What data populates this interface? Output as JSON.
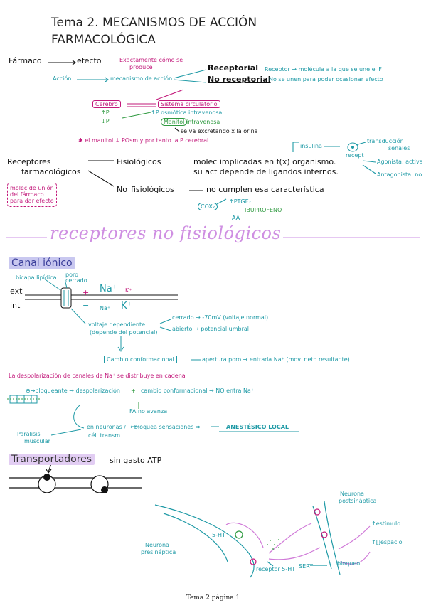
{
  "header": {
    "title_line1": "Tema 2. MECANISMOS DE ACCIÓN",
    "title_line2": "FARMACOLÓGICA"
  },
  "intro": {
    "farmaco": "Fármaco",
    "efecto": "efecto",
    "exactamente_1": "Exactamente cómo se",
    "exactamente_2": "produce",
    "accion": "Acción",
    "mecanismo": "mecanismo de acción",
    "receptorial": "Receptorial",
    "no_receptorial": "No receptorial",
    "receptor_def": "Receptor → molécula a la que se une el F",
    "no_receptorial_def": "No se unen para poder ocasionar efecto",
    "cerebro": "Cerebro",
    "sistema_circulatorio": "Sistema circulatorio",
    "p_up": "↑P",
    "p_down": "↓P",
    "p_osmotica": "↑P osmótica intravenosa",
    "manitol": "Manitol",
    "intravenosa": "intravenosa",
    "se_va": "se va excretando x la orina",
    "nota_manitol": "el manitol ↓ POsm y por tanto la P cerebral"
  },
  "receptores": {
    "label_1": "Receptores",
    "label_2": "farmacológicos",
    "molec_1": "molec de unión",
    "molec_2": "del fármaco",
    "molec_3": "para dar efecto",
    "fisiologicos": "Fisiológicos",
    "fisio_def_1": "molec implicadas en f(x) organismo.",
    "fisio_def_2": "su act depende de ligandos internos.",
    "insulina": "insulina",
    "recept": "recept",
    "transduccion_1": "transducción",
    "transduccion_2": "señales",
    "agonista": "Agonista: activa",
    "antagonista": "Antagonista: no",
    "no": "No",
    "no_fisio": "fisiológicos",
    "no_cumplen": "no cumplen esa característica",
    "cox2": "COX₂",
    "ptges": "↑PTGE₂",
    "ibuprofeno": "IBUPROFENO",
    "aa": "AA"
  },
  "section": {
    "title": "receptores no fisiológicos"
  },
  "canal": {
    "heading": "Canal iónico",
    "bicapa": "bicapa lipídica",
    "poro": "poro",
    "cerrado_top": "cerrado",
    "ext": "ext",
    "int": "int",
    "plus": "+",
    "minus": "−",
    "na_top": "Na⁺",
    "k_top": "K⁺",
    "na_bottom": "Na⁺",
    "k_bottom": "K⁺",
    "voltaje_1": "voltaje dependiente",
    "voltaje_2": "(depende del potencial)",
    "cerrado": "cerrado → -70mV (voltaje normal)",
    "abierto": "abierto → potencial umbral",
    "cambio_conf": "Cambio conformacional",
    "apertura": "apertura poro → entrada Na⁺ (mov. neto resultante)",
    "despol_line": "La despolarización de canales de Na⁺ se distribuye en cadena",
    "bloqueante": "⊖→bloqueante → despolarización",
    "plus_circle": "+",
    "cambio_conf_2": "cambio conformacional → NO entra Na⁺",
    "fa_no": "FA no avanza",
    "en_neuronas": "en neuronas / → bloquea sensaciones ⇒",
    "anestesico": "ANESTÉSICO LOCAL",
    "cel_tran": "cél. transm",
    "paralisis_1": "Parálisis",
    "paralisis_2": "muscular"
  },
  "transportadores": {
    "heading": "Transportadores",
    "sin_gasto": "sin gasto ATP",
    "neurona_post_1": "Neurona",
    "neurona_post_2": "postsináptica",
    "neurona_pre_1": "Neurona",
    "neurona_pre_2": "presináptica",
    "ht5": "5-HT",
    "receptor_5ht": "receptor 5-HT",
    "sert": "SERT",
    "bloqueo": "bloqueo",
    "estimulo": "↑estímulo",
    "espacio": "↑[]espacio"
  },
  "footer": {
    "text": "Tema 2 página 1"
  }
}
